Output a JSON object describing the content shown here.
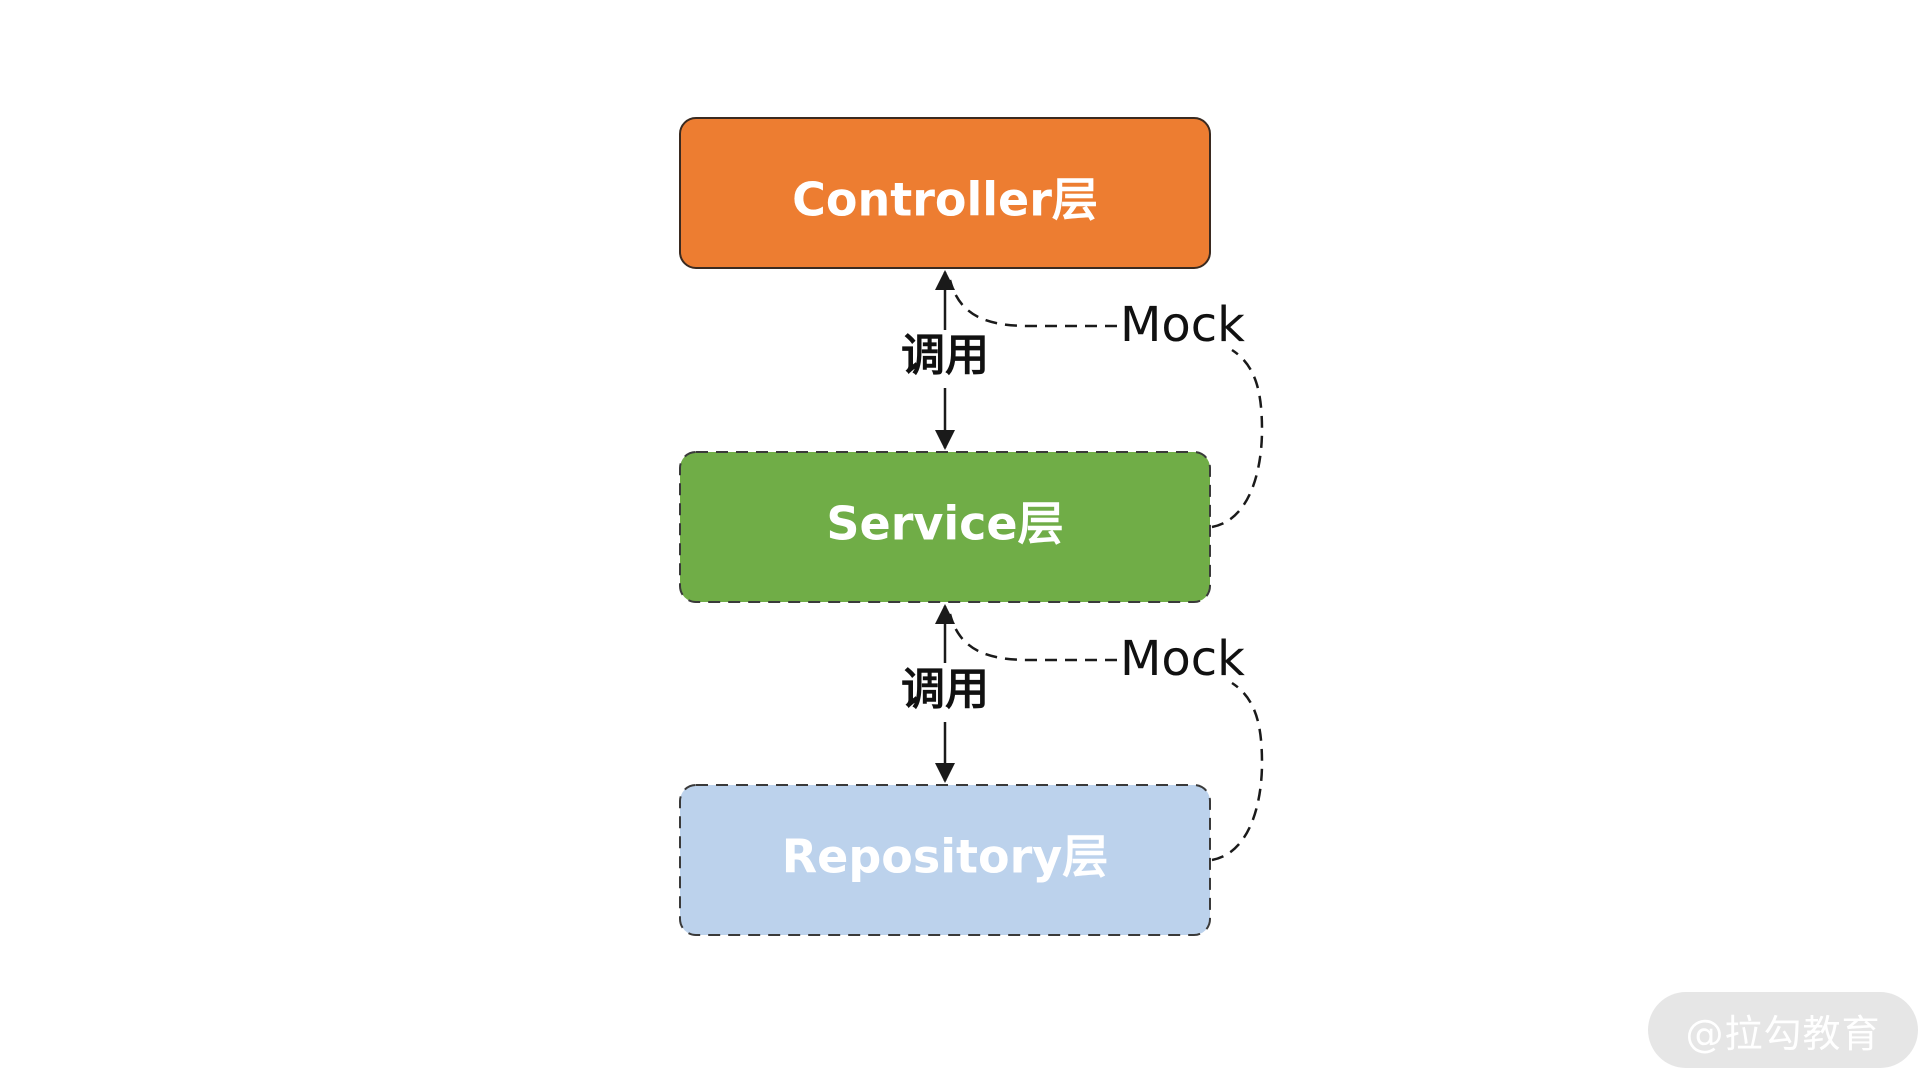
{
  "layers": {
    "controller": {
      "label": "Controller层",
      "fill": "#ed7d31",
      "border": "solid"
    },
    "service": {
      "label": "Service层",
      "fill": "#70ad47",
      "border": "dashed"
    },
    "repository": {
      "label": "Repository层",
      "fill": "#bcd2ec",
      "border": "dashed"
    }
  },
  "connections": {
    "call_upper": "调用",
    "call_lower": "调用",
    "mock_upper": "Mock",
    "mock_lower": "Mock"
  },
  "watermark": "@拉勾教育",
  "colors": {
    "line": "#1a1a1a",
    "controller": "#ed7d31",
    "service": "#70ad47",
    "repository": "#bcd2ec"
  }
}
